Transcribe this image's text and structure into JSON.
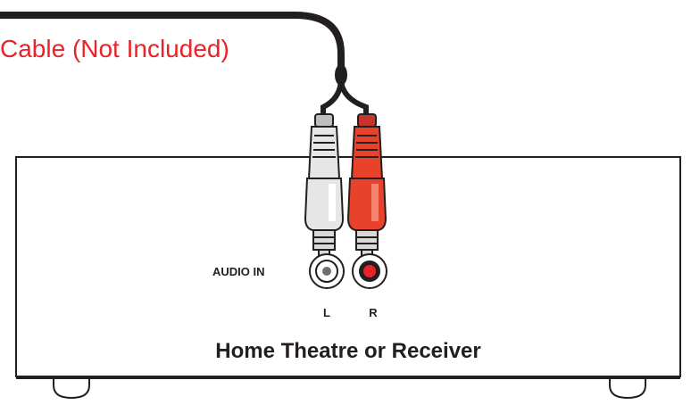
{
  "cable": {
    "label": "Cable (Not Included)",
    "label_color": "#e8232a",
    "cable_color": "#231f20"
  },
  "receiver": {
    "label": "Home Theatre or Receiver",
    "audio_in_label": "AUDIO IN",
    "left_channel_label": "L",
    "right_channel_label": "R",
    "outline_color": "#231f20"
  },
  "plugs": {
    "left_color": "#e6e6e6",
    "right_color": "#e8432a",
    "metal_color": "#d9d9d9"
  },
  "jacks": {
    "left_center_color": "#6d6e71",
    "right_center_color": "#e8232a"
  }
}
